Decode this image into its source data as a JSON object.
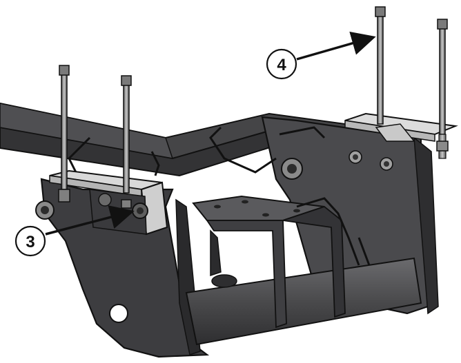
{
  "figure": {
    "colors": {
      "background": "#ffffff",
      "frame_dark": "#3a3a3c",
      "frame_mid": "#4f4f52",
      "frame_light": "#6a6a6d",
      "plate_light": "#d9d9d9",
      "bolt_metal": "#9a9a9a",
      "outline": "#111111"
    },
    "callouts": [
      {
        "label": "3",
        "target": "lower-left-bracket-nut"
      },
      {
        "label": "4",
        "target": "upper-right-u-bolt"
      }
    ]
  }
}
